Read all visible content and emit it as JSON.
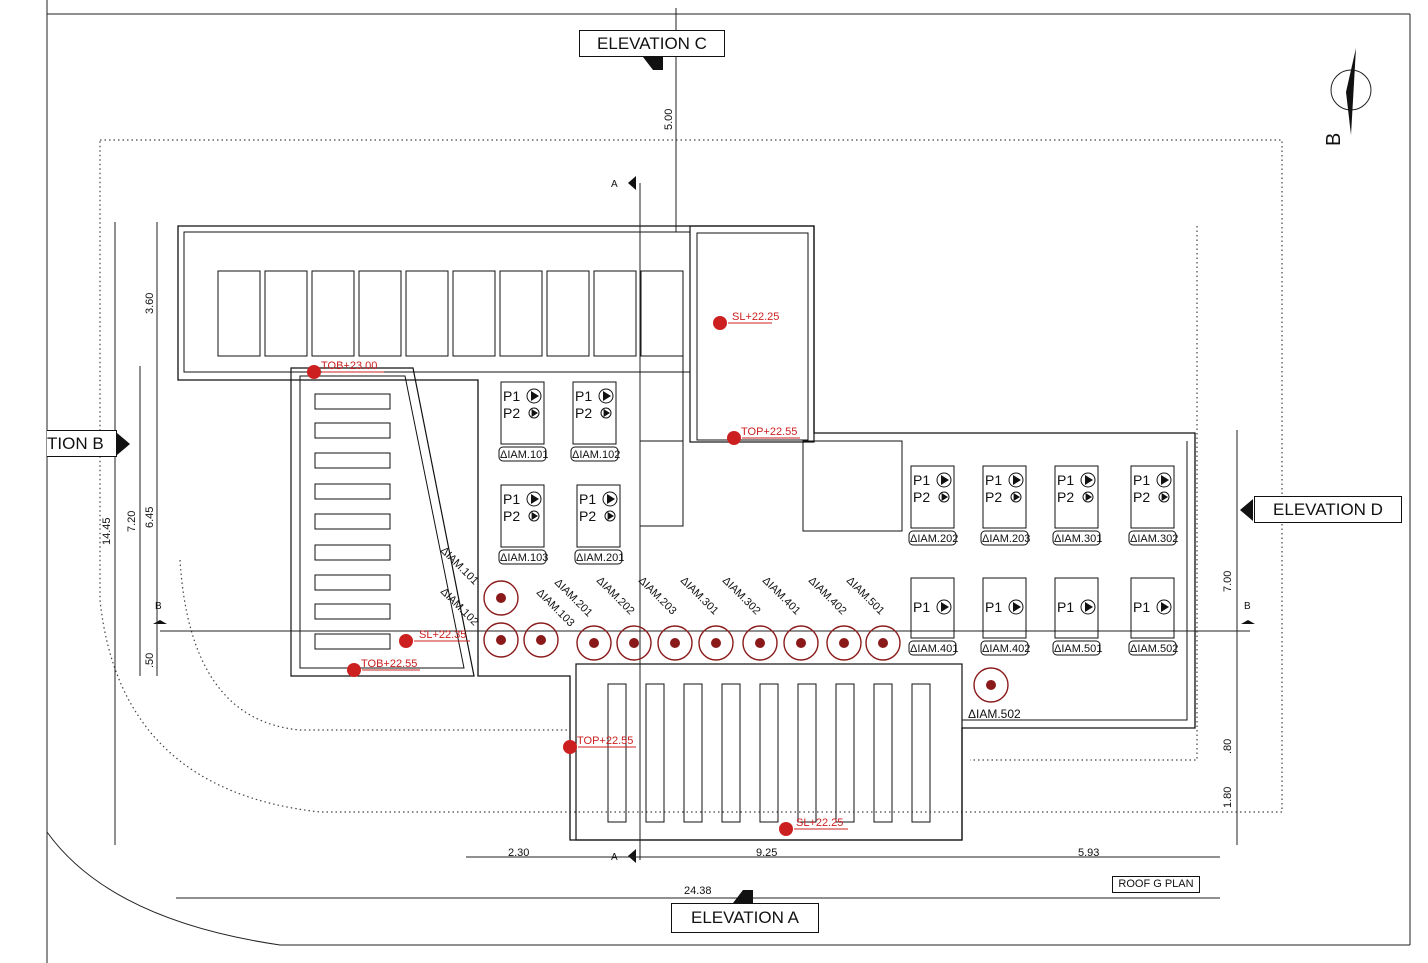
{
  "sheet": {
    "title": "ROOF G PLAN",
    "elevations": {
      "top": "ELEVATION C",
      "bottom": "ELEVATION A",
      "left": "TION B",
      "right": "ELEVATION D"
    },
    "north_label": "B",
    "section_labels": {
      "a_top": "A",
      "a_bottom": "A",
      "b_left": "B",
      "b_right": "B"
    }
  },
  "dimensions": {
    "top_vertical": "5.00",
    "left_total": "14.45",
    "left_mid": "7.20",
    "left_top": "3.60",
    "left_inner": "6.45",
    "left_small": ".50",
    "right_main": "7.00",
    "right_small": ".80",
    "right_bottom": "1.80",
    "bottom_left": "2.30",
    "bottom_mid": "9.25",
    "bottom_right": "5.93",
    "overall": "24.38"
  },
  "levels": [
    {
      "text": "SL+22.25"
    },
    {
      "text": "TOP+22.55"
    },
    {
      "text": "TOB+23.00"
    },
    {
      "text": "SL+22.35"
    },
    {
      "text": "TOB+22.55"
    },
    {
      "text": "TOP+22.55"
    },
    {
      "text": "SL+22.25"
    }
  ],
  "units": [
    {
      "p1": "P1",
      "p2": "P2",
      "tag": "ΔIAM.101"
    },
    {
      "p1": "P1",
      "p2": "P2",
      "tag": "ΔIAM.102"
    },
    {
      "p1": "P1",
      "p2": "P2",
      "tag": "ΔIAM.103"
    },
    {
      "p1": "P1",
      "p2": "P2",
      "tag": "ΔIAM.201"
    },
    {
      "p1": "P1",
      "p2": "P2",
      "tag": "ΔIAM.202"
    },
    {
      "p1": "P1",
      "p2": "P2",
      "tag": "ΔIAM.203"
    },
    {
      "p1": "P1",
      "p2": "P2",
      "tag": "ΔIAM.301"
    },
    {
      "p1": "P1",
      "p2": "P2",
      "tag": "ΔIAM.302"
    },
    {
      "p1": "P1",
      "p2": "",
      "tag": "ΔIAM.401"
    },
    {
      "p1": "P1",
      "p2": "",
      "tag": "ΔIAM.402"
    },
    {
      "p1": "P1",
      "p2": "",
      "tag": "ΔIAM.501"
    },
    {
      "p1": "P1",
      "p2": "",
      "tag": "ΔIAM.502"
    }
  ],
  "fan_tags": [
    "ΔIAM.101",
    "ΔIAM.102",
    "ΔIAM.201",
    "ΔIAM.103",
    "ΔIAM.202",
    "ΔIAM.203",
    "ΔIAM.301",
    "ΔIAM.302",
    "ΔIAM.401",
    "ΔIAM.402",
    "ΔIAM.501"
  ],
  "fan_502": "ΔIAM.502",
  "colors": {
    "line": "#111111",
    "level_marker": "#cc2020"
  }
}
